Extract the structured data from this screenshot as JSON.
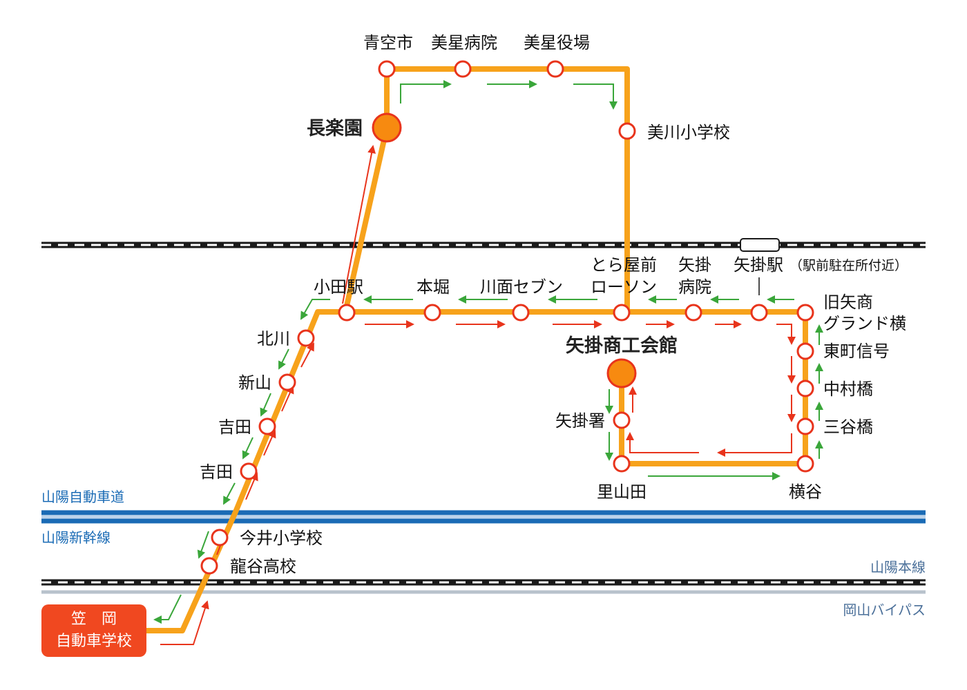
{
  "colors": {
    "route": "#f7a21b",
    "stop_ring": "#e8341c",
    "terminal": "#f78a10",
    "arrow_outbound": "#e8341c",
    "arrow_inbound": "#3aa63a",
    "rail": "#1a1a1a",
    "expressway": "#1a6bb5",
    "infra_text": "#1a6bb5",
    "school_box": "#f04820"
  },
  "school": {
    "line1": "笠　岡",
    "line2": "自動車学校"
  },
  "infrastructure": {
    "sanyo_expressway": "山陽自動車道",
    "sanyo_shinkansen": "山陽新幹線",
    "sanyo_main_line": "山陽本線",
    "okayama_bypass": "岡山バイパス"
  },
  "stops": {
    "aozora": "青空市",
    "bisei_hospital": "美星病院",
    "bisei_office": "美星役場",
    "chorakuen": "長楽園",
    "bisen_school": "美川小学校",
    "odaeki": "小田駅",
    "honbori": "本堀",
    "kawamo_seven": "川面セブン",
    "tora_line1": "とら屋前",
    "tora_line2": "ローソン",
    "yakage_hosp_line1": "矢掛",
    "yakage_hosp_line2": "病院",
    "yakage_station": "矢掛駅",
    "yakage_station_note": "（駅前駐在所付近）",
    "kyu_yasho_line1": "旧矢商",
    "kyu_yasho_line2": "グランド横",
    "higashimachi": "東町信号",
    "nakamura": "中村橋",
    "sangaya": "三谷橋",
    "yokotani": "横谷",
    "yakage_shoko": "矢掛商工会館",
    "yakage_police": "矢掛署",
    "satoyamada": "里山田",
    "kitagawa": "北川",
    "shinyama": "新山",
    "yoshida1": "吉田",
    "yoshida2": "吉田",
    "imai": "今井小学校",
    "ryukoku": "龍谷高校"
  }
}
